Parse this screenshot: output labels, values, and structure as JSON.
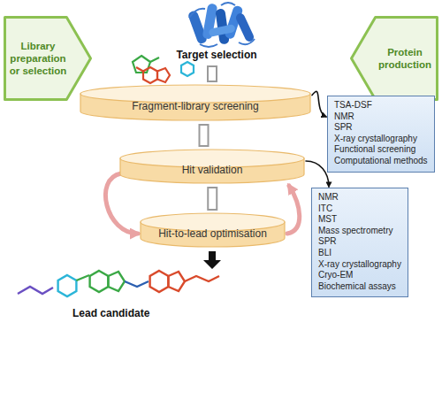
{
  "diagram": {
    "nodes": [
      {
        "text": [
          "Library preparation or selection"
        ]
      },
      {
        "text": [
          "Protein production"
        ]
      },
      {
        "text": [
          "Fragment-library screening"
        ]
      },
      {
        "text": [
          "TSA-DSF",
          "NMR",
          "SPR",
          "X-ray crystallography",
          "Functional screening",
          "Computational methods"
        ]
      },
      {
        "text": [
          "Hit validation"
        ]
      },
      {
        "text": [
          "NMR",
          "ITC",
          "MST",
          "Mass spectrometry",
          "SPR",
          "BLI",
          "X-ray crystallography",
          "Cryo-EM",
          "Biochemical assays"
        ]
      },
      {
        "text": [
          "Hit-to-lead optimisation"
        ]
      }
    ],
    "edges": [
      {
        "from": 2,
        "to": 4,
        "arrow": "none"
      },
      {
        "from": 4,
        "to": 6,
        "arrow": "none"
      },
      {
        "from": 2,
        "to": 3,
        "arrow": "to"
      },
      {
        "from": 4,
        "to": 5,
        "arrow": "to"
      },
      {
        "from": 4,
        "to": 6,
        "arrow": "to"
      },
      {
        "from": 6,
        "to": 4,
        "arrow": "to"
      }
    ],
    "labels": [
      "Target selection",
      "Lead candidate"
    ]
  }
}
